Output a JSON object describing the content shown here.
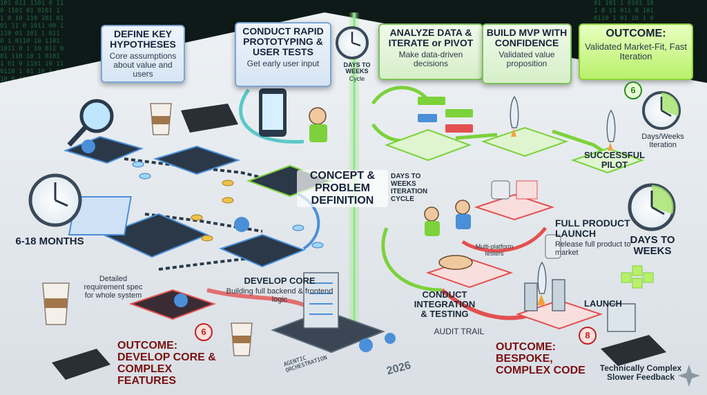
{
  "left": {
    "hypotheses": {
      "title": "DEFINE KEY HYPOTHESES",
      "subtitle": "Core assumptions about value and users"
    },
    "prototyping": {
      "title": "CONDUCT RAPID PROTOTYPING & USER TESTS",
      "subtitle": "Get early user input"
    },
    "months": "6-18 MONTHS",
    "requirement": "Detailed requirement spec for whole system",
    "develop_core": {
      "title": "DEVELOP CORE",
      "subtitle": "Building full backend & frontend logic"
    },
    "outcome": {
      "badge": "6",
      "title": "OUTCOME: DEVELOP CORE & COMPLEX FEATURES"
    }
  },
  "center": {
    "cycle_label": "DAYS TO WEEKS",
    "cycle_sub": "Cycle",
    "concept": "CONCEPT & PROBLEM DEFINITION",
    "iteration": "DAYS TO WEEKS ITERATION CYCLE",
    "server_label": "AGENTIC ORCHESTRATION",
    "year": "2026",
    "integration": "CONDUCT INTEGRATION & TESTING",
    "audit": "AUDIT TRAIL",
    "testers": "Multi-platform testers"
  },
  "right": {
    "analyze": {
      "title": "ANALYZE DATA & ITERATE or PIVOT",
      "subtitle": "Make data-driven decisions"
    },
    "mvp": {
      "title": "BUILD MVP WITH CONFIDENCE",
      "subtitle": "Validated value proposition"
    },
    "outcome_top": {
      "title": "OUTCOME:",
      "subtitle": "Validated Market-Fit, Fast Iteration"
    },
    "badge_green": "6",
    "days_weeks_iteration": "Days/Weeks Iteration",
    "pilot": "SUCCESSFUL PILOT",
    "launch_full": {
      "title": "FULL PRODUCT LAUNCH",
      "subtitle": "Release full product to market"
    },
    "days_to_weeks": "DAYS TO WEEKS",
    "launch": "LAUNCH",
    "outcome_bottom": {
      "badge": "8",
      "title": "OUTCOME: BESPOKE, COMPLEX CODE"
    },
    "complex": "Technically Complex Slower Feedback"
  },
  "colors": {
    "green_accent": "#7cd23a",
    "red_accent": "#d83a3a",
    "blue_accent": "#4a8fd8",
    "table": "#e9eef2"
  }
}
